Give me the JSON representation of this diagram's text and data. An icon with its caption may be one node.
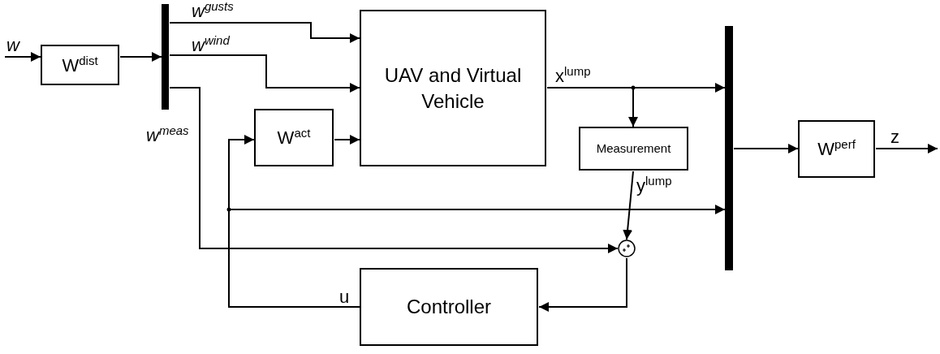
{
  "diagram": {
    "nodes": [
      {
        "text": [
          "W$^{dist}$"
        ]
      },
      {
        "text": [],
        "shape": "bar"
      },
      {
        "text": [
          "UAV and Virtual Vehicle"
        ]
      },
      {
        "text": [
          "W$^{act}$"
        ]
      },
      {
        "text": [
          "Measurement"
        ]
      },
      {
        "text": [],
        "shape": "circle"
      },
      {
        "text": [],
        "shape": "bar"
      },
      {
        "text": [
          "W$^{perf}$"
        ]
      },
      {
        "text": [
          "Controller"
        ]
      }
    ],
    "edges": [
      {
        "from": null,
        "to": 0,
        "arrow": "to",
        "label": "w"
      },
      {
        "from": 0,
        "to": 1,
        "arrow": "to"
      },
      {
        "from": 1,
        "to": 2,
        "arrow": "to",
        "label": "w$^{gusts}$"
      },
      {
        "from": 1,
        "to": 2,
        "arrow": "to",
        "label": "w$^{wind}$"
      },
      {
        "from": 1,
        "to": 5,
        "arrow": "to",
        "label": "w$^{meas}$"
      },
      {
        "from": 3,
        "to": 2,
        "arrow": "to"
      },
      {
        "from": 2,
        "to": 6,
        "arrow": "to",
        "label": "x$^{lump}$"
      },
      {
        "from": 2,
        "to": 4,
        "arrow": "to"
      },
      {
        "from": 4,
        "to": 5,
        "arrow": "to",
        "label": "y$^{lump}$"
      },
      {
        "from": 5,
        "to": 8,
        "arrow": "to"
      },
      {
        "from": 8,
        "to": 3,
        "arrow": "to",
        "label": "u"
      },
      {
        "from": 8,
        "to": 6,
        "arrow": "to"
      },
      {
        "from": 6,
        "to": 7,
        "arrow": "to"
      },
      {
        "from": 7,
        "to": null,
        "arrow": "to",
        "label": "z"
      }
    ]
  }
}
